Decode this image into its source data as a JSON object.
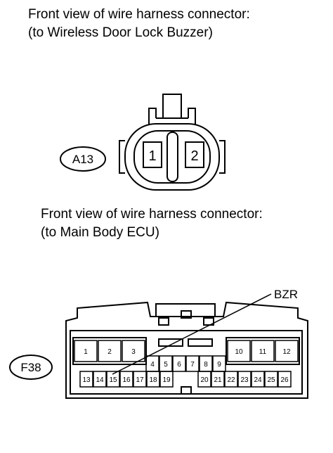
{
  "connector_a13": {
    "caption_line1": "Front view of wire harness connector:",
    "caption_line2": "(to Wireless Door Lock Buzzer)",
    "label": "A13",
    "pins": [
      "1",
      "2"
    ]
  },
  "connector_f38": {
    "caption_line1": "Front view of wire harness connector:",
    "caption_line2": "(to Main Body ECU)",
    "label": "F38",
    "pointer_label": "BZR",
    "pins": [
      "1",
      "2",
      "3",
      "4",
      "5",
      "6",
      "7",
      "8",
      "9",
      "10",
      "11",
      "12",
      "13",
      "14",
      "15",
      "16",
      "17",
      "18",
      "19",
      "20",
      "21",
      "22",
      "23",
      "24",
      "25",
      "26"
    ]
  }
}
